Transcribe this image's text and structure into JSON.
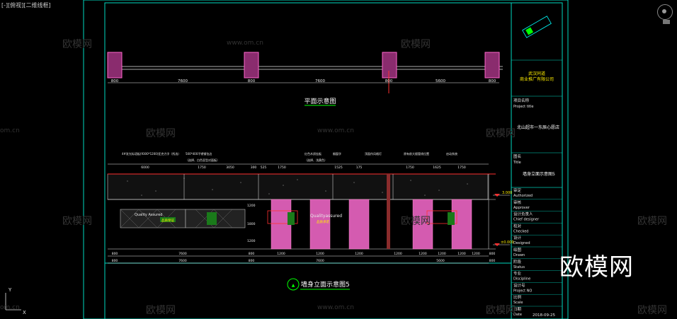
{
  "viewport": {
    "label": "[-][俯视][二维线框]"
  },
  "colors": {
    "background": "#000000",
    "frame": "#00d7c0",
    "dim": "#e8e8e8",
    "accent_green": "#00ff00",
    "accent_magenta": "#d45bb0",
    "red": "#ff3030"
  },
  "watermarks": {
    "brand": "欧模网",
    "url": "www.om.cn",
    "url_short": "om.cn"
  },
  "plan": {
    "title": "平面示意图",
    "dims": [
      "800",
      "7600",
      "800",
      "7600",
      "800",
      "5600",
      "800"
    ]
  },
  "elevation": {
    "title": "墙身立面示意图5",
    "top_notes": [
      "4#发光标语板(9300*1200)亚克力字（所选）",
      "500*400不锈钢包边",
      "（选择、白色亚型对面板）",
      "红色木质挂板",
      "（选择、浅黄色）",
      "橱窗字",
      "顶面作风格灯",
      "原有前大楼管线位置",
      "启动系统"
    ],
    "top_dims": [
      "6000",
      "1750",
      "3050",
      "300",
      "525",
      "1750",
      "1525",
      "175",
      "1750",
      "1625",
      "1750"
    ],
    "bottom_dims_row1": [
      "800",
      "7600",
      "800",
      "1200",
      "1200",
      "1200",
      "1200",
      "1200",
      "1200",
      "1200",
      "1200",
      "800"
    ],
    "bottom_dims_row2": [
      "800",
      "7600",
      "800",
      "7600",
      "5600",
      "800"
    ],
    "side_marks": [
      "3.000",
      "±0.000"
    ],
    "side_dims": [
      "1200",
      "1800",
      "1200"
    ],
    "panel_text_left": "Quality Assured",
    "panel_text_left_sub": "品质保证",
    "panel_text_mid": "Qualityassured",
    "panel_text_mid_sub": "品质承诺"
  },
  "titleblock": {
    "company": [
      "武汉同道",
      "商业推广有限公司"
    ],
    "project_name_label": "项目名称",
    "project_title_label": "Project title",
    "project_name": "北山超市一东辰心愿店",
    "figure_name_label": "图名",
    "figure_title_label": "Title",
    "figure_name": "墙身立面示意图5",
    "rows": [
      {
        "cn": "审定",
        "en": "Authorized"
      },
      {
        "cn": "审核",
        "en": "Approver"
      },
      {
        "cn": "设计负责人",
        "en": "Chief designer"
      },
      {
        "cn": "校对",
        "en": "Checked"
      },
      {
        "cn": "设计",
        "en": "Designed"
      },
      {
        "cn": "绘图",
        "en": "Drawn"
      },
      {
        "cn": "阶段",
        "en": "Status"
      },
      {
        "cn": "专业",
        "en": "Discipline"
      },
      {
        "cn": "设计号",
        "en": "Project NO"
      },
      {
        "cn": "比例",
        "en": "Scale"
      },
      {
        "cn": "日期",
        "en": "Date"
      }
    ],
    "date": "2018-09-25"
  },
  "ucs": {
    "y": "Y",
    "x": "X"
  }
}
